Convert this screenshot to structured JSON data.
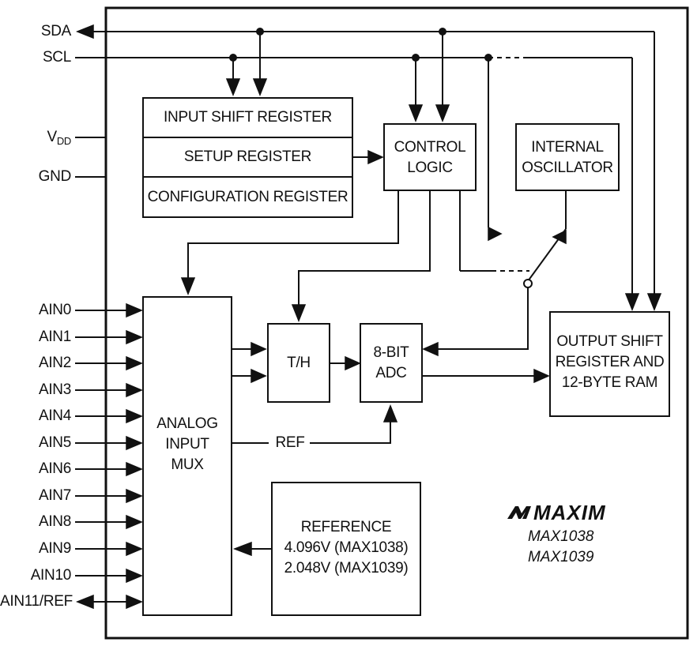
{
  "pins_left": {
    "sda": "SDA",
    "scl": "SCL",
    "vdd_main": "V",
    "vdd_sub": "DD",
    "gnd": "GND",
    "ain": [
      "AIN0",
      "AIN1",
      "AIN2",
      "AIN3",
      "AIN4",
      "AIN5",
      "AIN6",
      "AIN7",
      "AIN8",
      "AIN9",
      "AIN10",
      "AIN11/REF"
    ]
  },
  "registers": {
    "input_shift": "INPUT SHIFT REGISTER",
    "setup": "SETUP REGISTER",
    "configuration": "CONFIGURATION REGISTER"
  },
  "control_logic": [
    "CONTROL",
    "LOGIC"
  ],
  "internal_oscillator": [
    "INTERNAL",
    "OSCILLATOR"
  ],
  "mux": [
    "ANALOG",
    "INPUT",
    "MUX"
  ],
  "th": "T/H",
  "adc": [
    "8-BIT",
    "ADC"
  ],
  "output_register": [
    "OUTPUT SHIFT",
    "REGISTER AND",
    "12-BYTE RAM"
  ],
  "ref_label": "REF",
  "reference": [
    "REFERENCE",
    "4.096V (MAX1038)",
    "2.048V (MAX1039)"
  ],
  "brand": "MAXIM",
  "parts": [
    "MAX1038",
    "MAX1039"
  ]
}
